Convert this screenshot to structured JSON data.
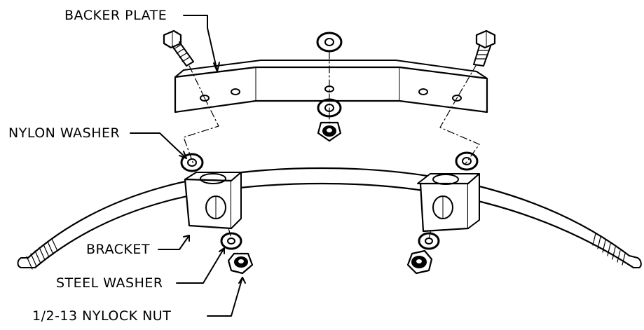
{
  "diagram": {
    "labels": {
      "backer_plate": "BACKER PLATE",
      "nylon_washer": "NYLON WASHER",
      "bracket": "BRACKET",
      "steel_washer": "STEEL WASHER",
      "nylock_nut": "1/2-13 NYLOCK NUT"
    },
    "colors": {
      "line": "#000000",
      "background": "#ffffff"
    }
  }
}
